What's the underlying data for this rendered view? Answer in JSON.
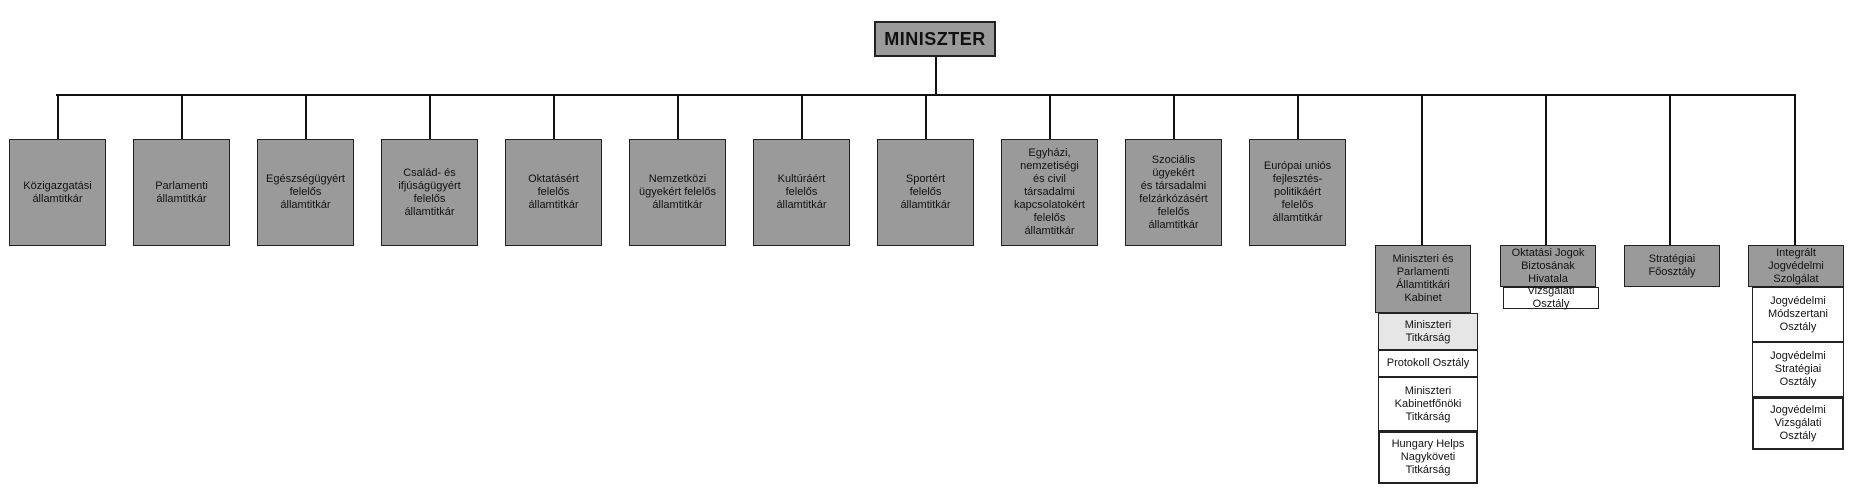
{
  "root": {
    "label": "MINISZTER"
  },
  "state_secretaries": [
    "Közigazgatási\nállamtitkár",
    "Parlamenti\nállamtitkár",
    "Egészségügyért\nfelelős\nállamtitkár",
    "Család- és\nifjúságügyért\nfelelős\nállamtitkár",
    "Oktatásért\nfelelős\nállamtitkár",
    "Nemzetközi\nügyekért felelős\nállamtitkár",
    "Kultúráért\nfelelős\nállamtitkár",
    "Sportért\nfelelős\nállamtitkár",
    "Egyházi,\nnemzetiségi\nés civil\ntársadalmi\nkapcsolatokért\nfelelős\nállamtitkár",
    "Szociális ügyekért\nés társadalmi\nfelzárkózásért\nfelelős\nállamtitkár",
    "Európai uniós\nfejlesztés-\npolitikáért\nfelelős\nállamtitkár"
  ],
  "units": {
    "cabinet": {
      "label": "Miniszteri és\nParlamenti\nÁllamtitkári\nKabinet",
      "children": [
        "Miniszteri\nTitkárság",
        "Protokoll Osztály",
        "Miniszteri\nKabinetfőnöki\nTitkárság",
        "Hungary Helps\nNagyköveti\nTitkárság"
      ]
    },
    "education_rights": {
      "label": "Oktatási Jogok\nBiztosának Hivatala",
      "children": [
        "Vizsgálati Osztály"
      ]
    },
    "strategic": {
      "label": "Stratégiai\nFőosztály"
    },
    "legal_protection": {
      "label": "Integrált Jogvédelmi\nSzolgálat",
      "children": [
        "Jogvédelmi\nMódszertani\nOsztály",
        "Jogvédelmi\nStratégiai\nOsztály",
        "Jogvédelmi\nVizsgálati\nOsztály"
      ]
    }
  }
}
